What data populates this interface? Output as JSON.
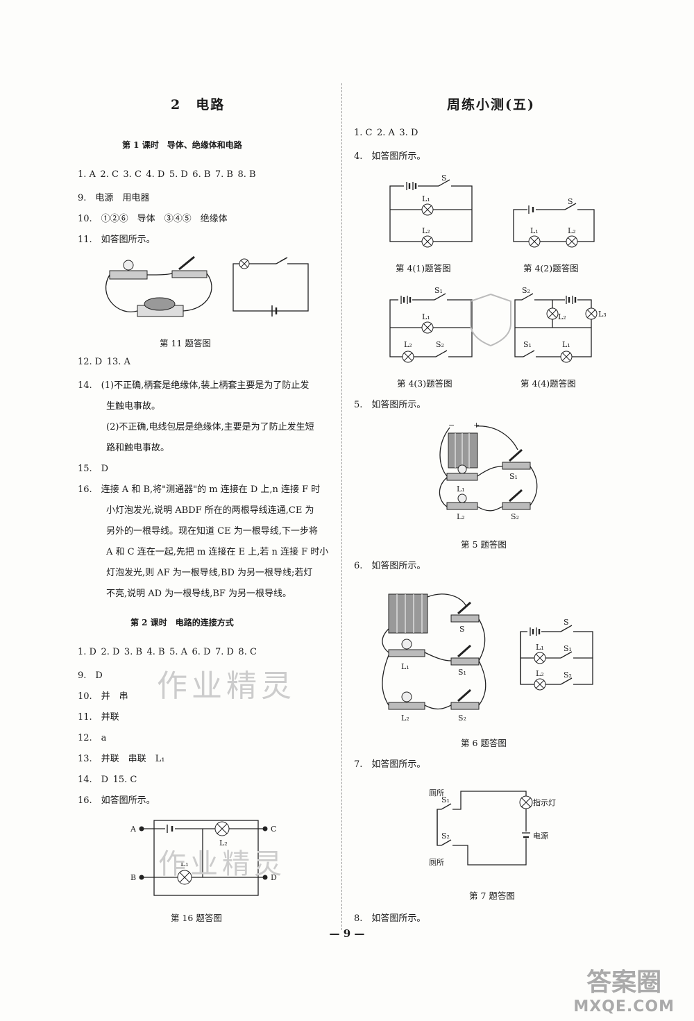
{
  "left": {
    "title": "2　电路",
    "sec1": "第 1 课时　导体、绝缘体和电路",
    "l1": "1. A 2. C 3. C 4. D 5. D 6. B 7. B 8. B",
    "l9": "9.　电源　用电器",
    "l10": "10.　①②⑥　导体　③④⑤　绝缘体",
    "l11": "11.　如答图所示。",
    "fig11": "第 11 题答图",
    "l12": "12. D 13. A",
    "l14a": "14.　(1)不正确,柄套是绝缘体,装上柄套主要是为了防止发",
    "l14b": "生触电事故。",
    "l14c": "(2)不正确,电线包层是绝缘体,主要是为了防止发生短",
    "l14d": "路和触电事故。",
    "l15": "15.　D",
    "l16a": "16.　连接 A 和 B,将\"测通器\"的 m 连接在 D 上,n 连接 F 时",
    "l16b": "小灯泡发光,说明 ABDF 所在的两根导线连通,CE 为",
    "l16c": "另外的一根导线。现在知道 CE 为一根导线,下一步将",
    "l16d": "A 和 C 连在一起,先把 m 连接在 E 上,若 n 连接 F 时小",
    "l16e": "灯泡发光,则 AF 为一根导线,BD 为另一根导线;若灯",
    "l16f": "不亮,说明 AD 为一根导线,BF 为另一根导线。",
    "sec2": "第 2 课时　电路的连接方式",
    "m1": "1. D 2. D 3. B 4. B 5. A 6. D 7. D 8. C",
    "m9": "9.　D",
    "m10": "10.　并　串",
    "m11": "11.　并联",
    "m12": "12.　a",
    "m13": "13.　并联　串联　L₁",
    "m14": "14.　D 15. C",
    "m16": "16.　如答图所示。",
    "fig16": "第 16 题答图"
  },
  "right": {
    "title": "周练小测(五)",
    "r1": "1. C 2. A 3. D",
    "r4": "4.　如答图所示。",
    "fig4_1": "第 4(1)题答图",
    "fig4_2": "第 4(2)题答图",
    "fig4_3": "第 4(3)题答图",
    "fig4_4": "第 4(4)题答图",
    "r5": "5.　如答图所示。",
    "fig5": "第 5 题答图",
    "r6": "6.　如答图所示。",
    "fig6": "第 6 题答图",
    "r7": "7.　如答图所示。",
    "fig7": "第 7 题答图",
    "r8": "8.　如答图所示。",
    "lbl_toilet": "厕所",
    "lbl_indicator": "指示灯",
    "lbl_power": "电源"
  },
  "page_number": "— 9 —",
  "watermark": "作业精灵",
  "logo": {
    "main": "答案圈",
    "sub": "MXQE.COM"
  }
}
